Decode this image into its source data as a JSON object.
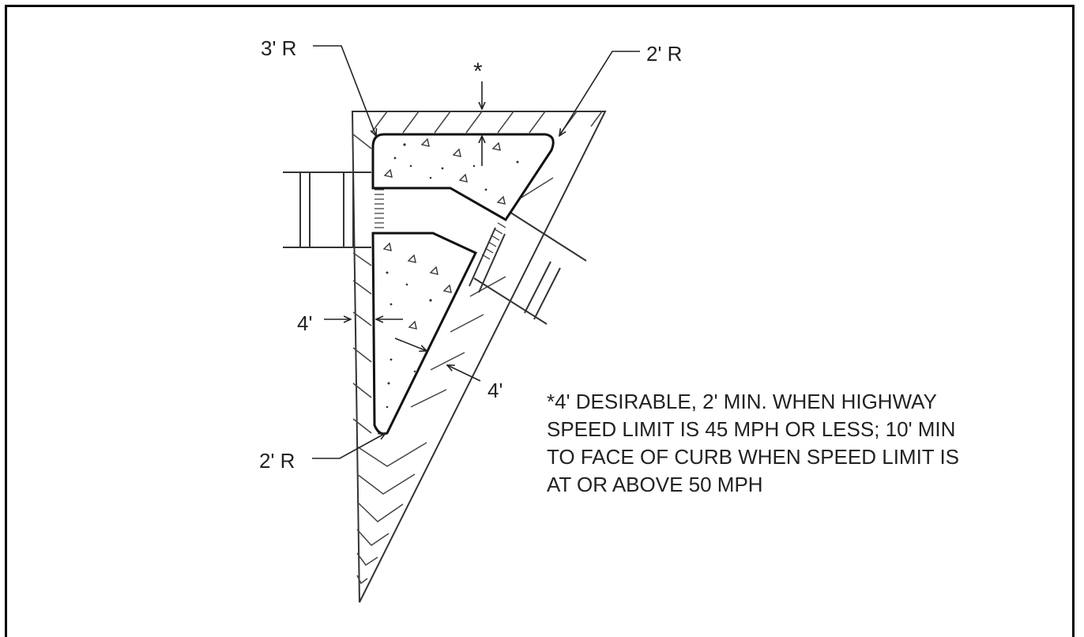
{
  "labels": {
    "top_left_radius": "3' R",
    "top_right_radius": "2' R",
    "top_asterisk": "*",
    "left_offset": "4'",
    "diagonal_offset": "4'",
    "bottom_radius": "2' R"
  },
  "note": {
    "lines": [
      "*4' DESIRABLE, 2' MIN. WHEN HIGHWAY",
      "SPEED LIMIT IS 45 MPH OR LESS; 10' MIN",
      "TO FACE OF CURB WHEN SPEED LIMIT IS",
      "AT OR ABOVE 50 MPH"
    ]
  }
}
